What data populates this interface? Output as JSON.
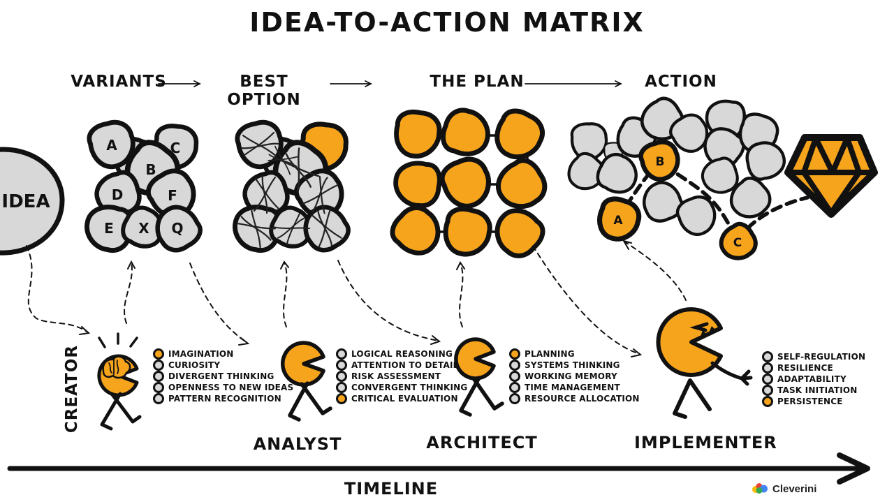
{
  "title": "IDEA-TO-ACTION MATRIX",
  "flow": {
    "stages": [
      "VARIANTS",
      "BEST OPTION",
      "THE PLAN",
      "ACTION"
    ]
  },
  "idea": {
    "label": "IDEA"
  },
  "variants": {
    "letters": [
      "A",
      "C",
      "B",
      "D",
      "F",
      "E",
      "X",
      "Q"
    ]
  },
  "action": {
    "nodes": [
      "A",
      "B",
      "C"
    ],
    "goal_icon": "diamond-gem"
  },
  "roles": [
    {
      "name": "CREATOR",
      "skills": [
        {
          "label": "IMAGINATION",
          "color": "#F7A41D"
        },
        {
          "label": "CURIOSITY",
          "color": "#D8D8D8"
        },
        {
          "label": "DIVERGENT THINKING",
          "color": "#D8D8D8"
        },
        {
          "label": "OPENNESS TO NEW IDEAS",
          "color": "#D8D8D8"
        },
        {
          "label": "PATTERN RECOGNITION",
          "color": "#D8D8D8"
        }
      ]
    },
    {
      "name": "ANALYST",
      "skills": [
        {
          "label": "LOGICAL REASONING",
          "color": "#D8D8D8"
        },
        {
          "label": "ATTENTION TO DETAIL",
          "color": "#D8D8D8"
        },
        {
          "label": "RISK ASSESSMENT",
          "color": "#D8D8D8"
        },
        {
          "label": "CONVERGENT THINKING",
          "color": "#D8D8D8"
        },
        {
          "label": "CRITICAL EVALUATION",
          "color": "#F7A41D"
        }
      ]
    },
    {
      "name": "ARCHITECT",
      "skills": [
        {
          "label": "PLANNING",
          "color": "#F7A41D"
        },
        {
          "label": "SYSTEMS THINKING",
          "color": "#D8D8D8"
        },
        {
          "label": "WORKING MEMORY",
          "color": "#D8D8D8"
        },
        {
          "label": "TIME MANAGEMENT",
          "color": "#D8D8D8"
        },
        {
          "label": "RESOURCE ALLOCATION",
          "color": "#D8D8D8"
        }
      ]
    },
    {
      "name": "IMPLEMENTER",
      "skills": [
        {
          "label": "SELF-REGULATION",
          "color": "#D8D8D8"
        },
        {
          "label": "RESILIENCE",
          "color": "#D8D8D8"
        },
        {
          "label": "ADAPTABILITY",
          "color": "#D8D8D8"
        },
        {
          "label": "TASK INITIATION",
          "color": "#D8D8D8"
        },
        {
          "label": "PERSISTENCE",
          "color": "#F7A41D"
        }
      ]
    }
  ],
  "timeline": {
    "label": "TIMELINE"
  },
  "brand": {
    "name": "Cleverini"
  },
  "colors": {
    "accent": "#F7A41D",
    "blob": "#D8D8D8",
    "ink": "#111111"
  }
}
